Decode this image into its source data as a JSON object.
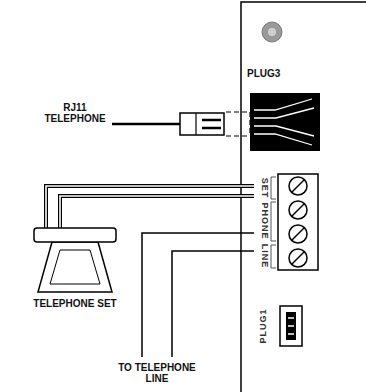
{
  "diagram": {
    "labels": [
      "RJ11 TELEPHONE",
      "PLUG3",
      "SET",
      "PHONE",
      "LINE",
      "TELEPHONE SET",
      "TO TELEPHONE LINE",
      "PLUG1"
    ]
  }
}
